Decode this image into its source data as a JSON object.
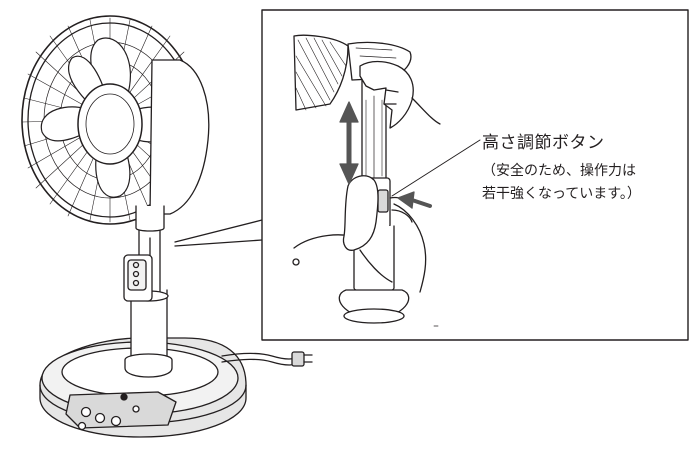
{
  "callout": {
    "title": "高さ調節ボタン",
    "note_line1": "（安全のため、操作力は",
    "note_line2": "若干強くなっています。）"
  },
  "colors": {
    "ink": "#231f20",
    "panel_border": "#231f20",
    "base_fill": "#d9d9d9"
  },
  "icons": [
    "fan-head",
    "fan-guard",
    "pole",
    "remote-holder",
    "fan-base",
    "power-cord",
    "plug",
    "hand-left",
    "hand-right",
    "up-down-arrow",
    "press-arrow"
  ]
}
